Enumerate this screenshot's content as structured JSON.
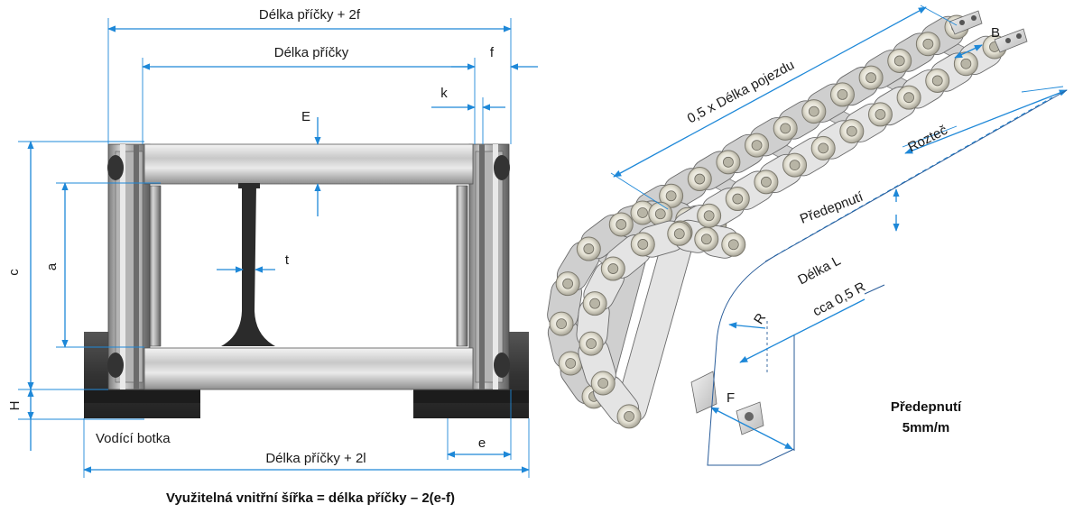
{
  "labels": {
    "top_width": "Délka příčky + 2f",
    "crossbar": "Délka příčky",
    "f": "f",
    "k": "k",
    "E": "E",
    "t": "t",
    "c": "c",
    "a": "a",
    "H": "H",
    "guide": "Vodící botka",
    "e": "e",
    "bottom_width": "Délka příčky + 2l",
    "formula": "Využitelná vnitřní šířka = délka příčky – 2(e-f)",
    "half_travel": "0,5 x Délka pojezdu",
    "B": "B",
    "pitch": "Rozteč",
    "pretension": "Předepnutí",
    "length_L": "Délka L",
    "R": "R",
    "half_R": "cca 0,5 R",
    "F": "F",
    "pretension_note_line1": "Předepnutí",
    "pretension_note_line2": "5mm/m"
  },
  "colors": {
    "dimension_line": "#1e88d8",
    "rail": "#3a3a3a",
    "metal_light": "#dcdcdc",
    "metal_dark": "#8a8a8a"
  }
}
